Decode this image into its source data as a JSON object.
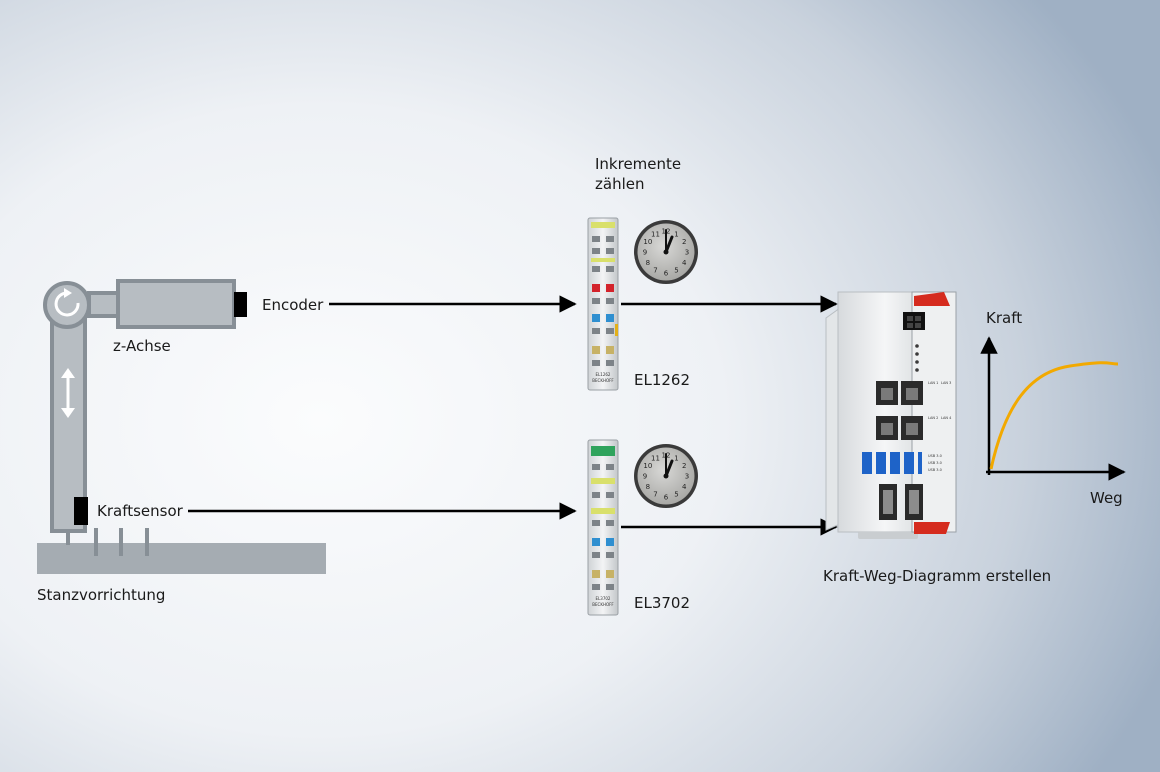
{
  "labels": {
    "encoder": "Encoder",
    "z_axis": "z-Achse",
    "force_sensor": "Kraftsensor",
    "punching_device": "Stanzvorrichtung",
    "count_increments_line1": "Inkremente",
    "count_increments_line2": "zählen",
    "terminal_1": "EL1262",
    "terminal_2": "EL3702",
    "create_diagram": "Kraft-Weg-Diagramm erstellen",
    "axis_force": "Kraft",
    "axis_distance": "Weg"
  },
  "terminal_1_labels": {
    "model": "EL1262",
    "brand": "BECKHOFF"
  },
  "terminal_2_labels": {
    "model": "EL3702",
    "brand": "BECKHOFF"
  },
  "pc_labels": {
    "port1": "LAN 1",
    "port2": "LAN 3",
    "port3": "LAN 2",
    "port4": "LAN 4",
    "usb": "USB 3.0"
  },
  "colors": {
    "arrow": "#000000",
    "machine_gray": "#a7aeb4",
    "machine_edge": "#7f878e",
    "curve": "#f2a900",
    "pc_red": "#d52b1e"
  },
  "clock_numbers": [
    "12",
    "1",
    "2",
    "3",
    "4",
    "5",
    "6",
    "7",
    "8",
    "9",
    "10",
    "11"
  ]
}
